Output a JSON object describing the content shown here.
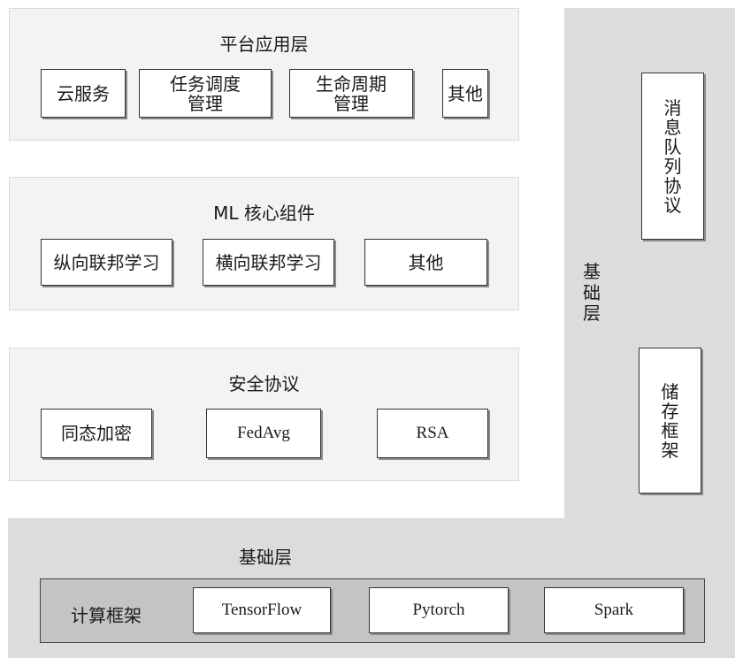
{
  "platform_layer": {
    "title": "平台应用层",
    "items": [
      "云服务",
      "任务调度\n管理",
      "生命周期\n管理",
      "其他"
    ]
  },
  "ml_layer": {
    "title": "ML 核心组件",
    "items": [
      "纵向联邦学习",
      "横向联邦学习",
      "其他"
    ]
  },
  "security_layer": {
    "title": "安全协议",
    "items": [
      "同态加密",
      "FedAvg",
      "RSA"
    ]
  },
  "foundation_vertical": {
    "label": "基\n础\n层",
    "items": [
      "消\n息\n队\n列\n协\n议",
      "储\n存\n框\n架"
    ]
  },
  "foundation_bottom": {
    "title": "基础层",
    "compute_label": "计算框架",
    "items": [
      "TensorFlow",
      "Pytorch",
      "Spark"
    ]
  }
}
